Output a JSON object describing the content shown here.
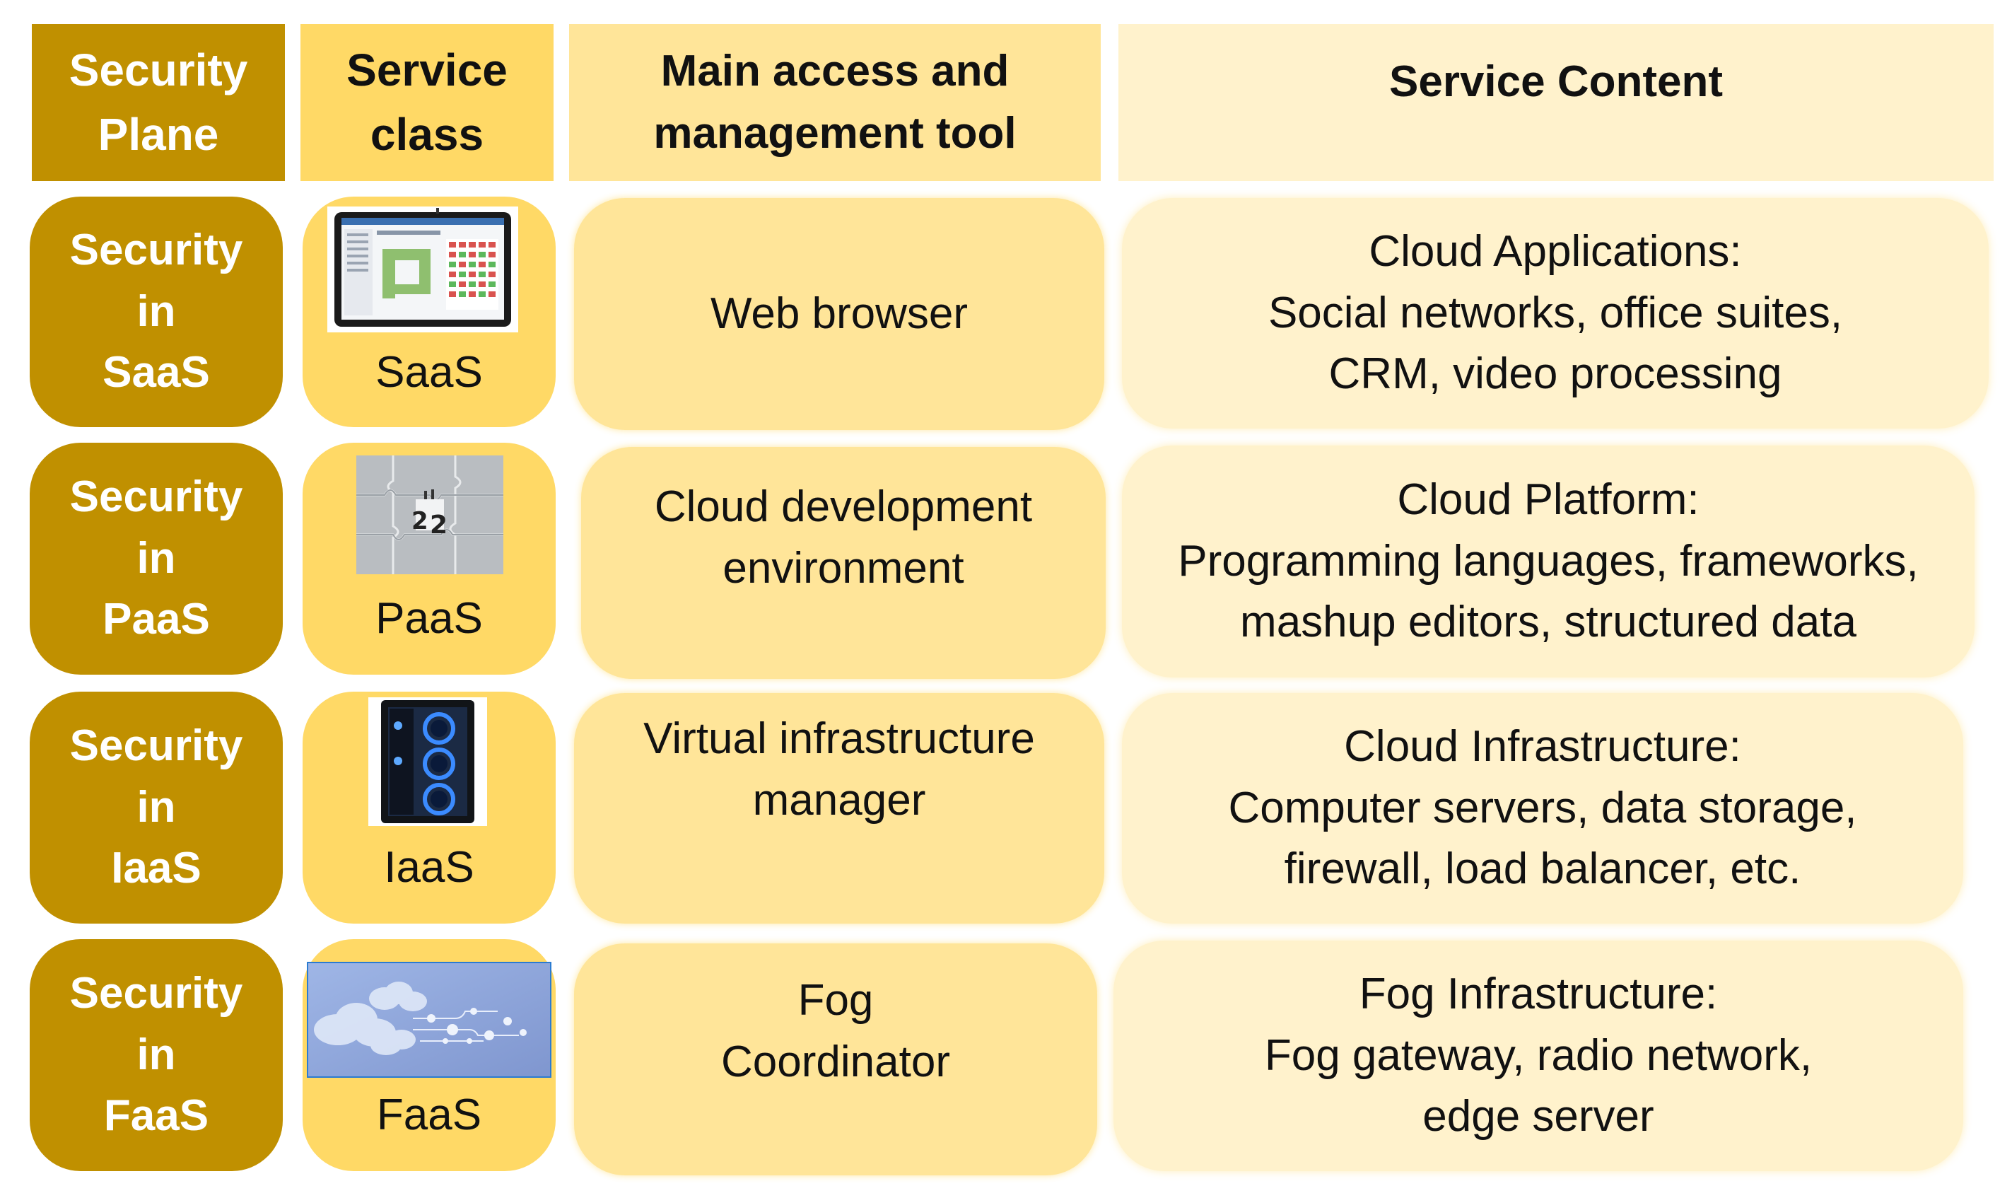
{
  "header": {
    "plane": [
      "Security",
      "Plane"
    ],
    "service_class": [
      "Service",
      "class"
    ],
    "access_tool": [
      "Main access and",
      "management tool"
    ],
    "service_content": [
      "Service Content"
    ]
  },
  "rows": [
    {
      "plane": [
        "Security",
        "in",
        "SaaS"
      ],
      "service_class": "SaaS",
      "icon": "web-app-tablet-icon",
      "access_tool": [
        "Web browser"
      ],
      "content": [
        "Cloud Applications:",
        "Social networks, office suites,",
        "CRM, video processing"
      ]
    },
    {
      "plane": [
        "Security",
        "in",
        "PaaS"
      ],
      "service_class": "PaaS",
      "icon": "puzzle-pieces-icon",
      "access_tool": [
        "Cloud development",
        "environment"
      ],
      "content": [
        "Cloud Platform:",
        "Programming languages, frameworks,",
        "mashup editors, structured data"
      ]
    },
    {
      "plane": [
        "Security",
        "in",
        "IaaS"
      ],
      "service_class": "IaaS",
      "icon": "server-tower-icon",
      "access_tool": [
        "Virtual infrastructure",
        "manager"
      ],
      "content": [
        "Cloud Infrastructure:",
        "Computer servers, data storage,",
        "firewall, load balancer, etc."
      ]
    },
    {
      "plane": [
        "Security",
        "in",
        "FaaS"
      ],
      "service_class": "FaaS",
      "icon": "fog-clouds-network-icon",
      "access_tool": [
        "Fog",
        "Coordinator"
      ],
      "content": [
        "Fog Infrastructure:",
        "Fog gateway, radio network,",
        "edge server"
      ]
    }
  ],
  "colors": {
    "plane": "#c09000",
    "service_class": "#ffd966",
    "access_tool": "#ffe599",
    "service_content": "#fff2cc"
  }
}
